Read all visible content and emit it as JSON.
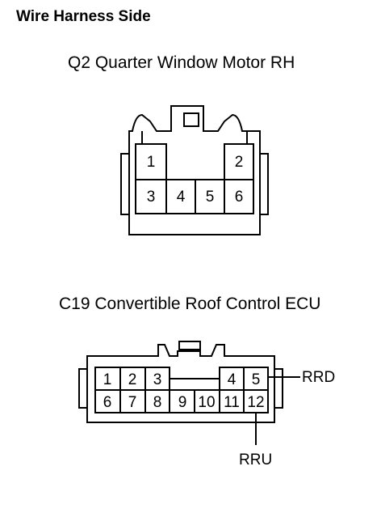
{
  "heading": "Wire Harness Side",
  "connectors": [
    {
      "title": "Q2 Quarter Window Motor RH",
      "pins": [
        "1",
        "2",
        "3",
        "4",
        "5",
        "6"
      ]
    },
    {
      "title": "C19 Convertible Roof Control ECU",
      "pins": [
        "1",
        "2",
        "3",
        "4",
        "5",
        "6",
        "7",
        "8",
        "9",
        "10",
        "11",
        "12"
      ],
      "wires": [
        {
          "pin": "5",
          "label": "RRD"
        },
        {
          "pin": "12",
          "label": "RRU"
        }
      ]
    }
  ]
}
